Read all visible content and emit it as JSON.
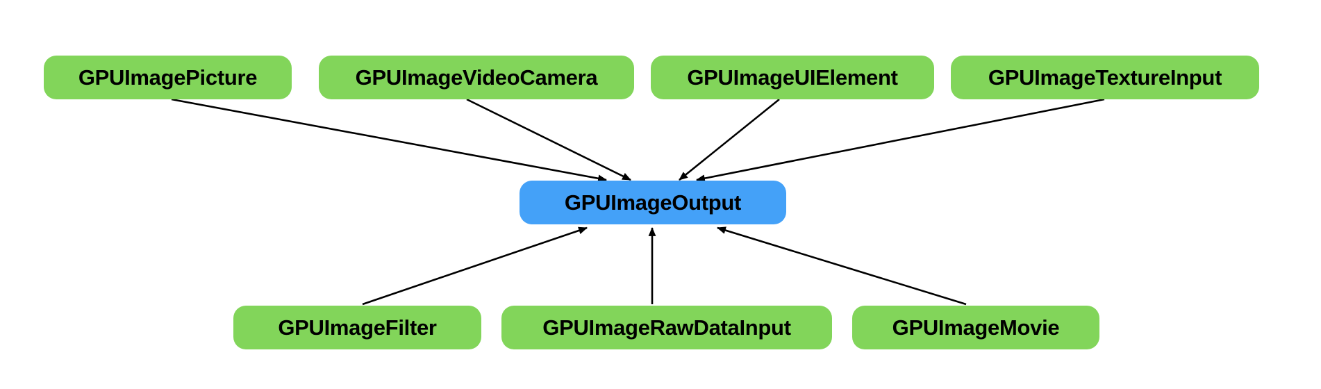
{
  "diagram": {
    "colors": {
      "source_node": "#82d55a",
      "target_node": "#44a1f8",
      "edge": "#000000",
      "text": "#000000"
    },
    "target": {
      "id": "output",
      "label": "GPUImageOutput"
    },
    "nodes": [
      {
        "id": "picture",
        "label": "GPUImagePicture",
        "row": "top"
      },
      {
        "id": "videocamera",
        "label": "GPUImageVideoCamera",
        "row": "top"
      },
      {
        "id": "uielement",
        "label": "GPUImageUIElement",
        "row": "top"
      },
      {
        "id": "textureinput",
        "label": "GPUImageTextureInput",
        "row": "top"
      },
      {
        "id": "filter",
        "label": "GPUImageFilter",
        "row": "bottom"
      },
      {
        "id": "rawdatainput",
        "label": "GPUImageRawDataInput",
        "row": "bottom"
      },
      {
        "id": "movie",
        "label": "GPUImageMovie",
        "row": "bottom"
      }
    ],
    "edges": [
      {
        "from": "picture",
        "to": "output"
      },
      {
        "from": "videocamera",
        "to": "output"
      },
      {
        "from": "uielement",
        "to": "output"
      },
      {
        "from": "textureinput",
        "to": "output"
      },
      {
        "from": "filter",
        "to": "output"
      },
      {
        "from": "rawdatainput",
        "to": "output"
      },
      {
        "from": "movie",
        "to": "output"
      }
    ]
  }
}
